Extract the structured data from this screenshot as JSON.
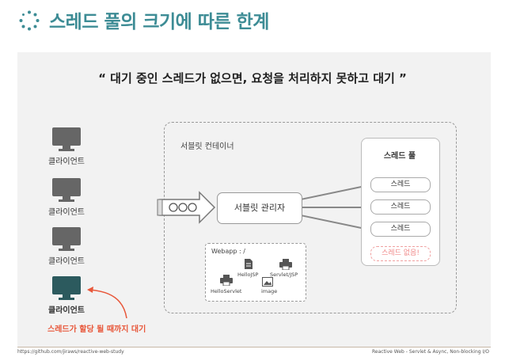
{
  "title": "스레드 풀의 크기에 따른 한계",
  "subtitle": "“ 대기 중인 스레드가 없으면, 요청을 처리하지 못하고 대기 ”",
  "clients": [
    {
      "label": "클라이언트"
    },
    {
      "label": "클라이언트"
    },
    {
      "label": "클라이언트"
    },
    {
      "label": "클라이언트"
    }
  ],
  "container": {
    "label": "서블릿 컨테이너",
    "manager": "서블릿 관리자",
    "pool": {
      "title": "스레드 풀",
      "threads": [
        "스레드",
        "스레드",
        "스레드"
      ],
      "empty": "스레드 없음!"
    },
    "webapp": {
      "label": "Webapp : /",
      "files": [
        "HelloJSP",
        "Servlet/JSP",
        "HelloServlet",
        "image"
      ]
    }
  },
  "wait_note": "스레드가 할당 될 때까지 대기",
  "footer": {
    "left": "https://github.com/jiraws/reactive-web-study",
    "right": "Reactive Web - Servlet & Async, Non-blocking I/O"
  },
  "colors": {
    "title": "#3d8c95",
    "client_idle": "#666666",
    "client_active": "#2c5a5e",
    "wait": "#e8573a",
    "empty_thread": "#f08a8a"
  }
}
